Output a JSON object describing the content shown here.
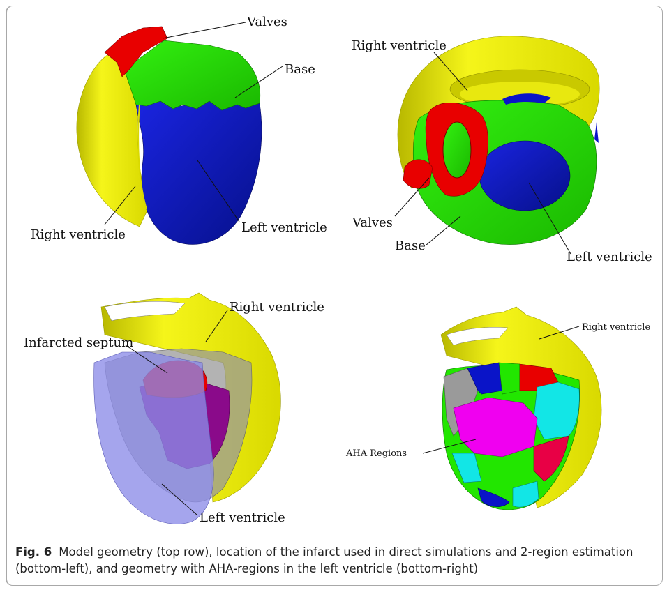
{
  "panels": {
    "top_left": {
      "valves": "Valves",
      "base": "Base",
      "left_ventricle": "Left ventricle",
      "right_ventricle": "Right ventricle"
    },
    "top_right": {
      "right_ventricle": "Right ventricle",
      "valves": "Valves",
      "base": "Base",
      "left_ventricle": "Left ventricle"
    },
    "bottom_left": {
      "right_ventricle": "Right ventricle",
      "infarcted_septum": "Infarcted septum",
      "left_ventricle": "Left ventricle"
    },
    "bottom_right": {
      "right_ventricle": "Right ventricle",
      "aha_regions": "AHA Regions"
    }
  },
  "colors": {
    "yellow": "#f2f200",
    "green": "#22e600",
    "blue": "#0a14c8",
    "red": "#e80000",
    "purple": "#8a0a8a",
    "magenta": "#f000f0",
    "cyan": "#12e6e6",
    "translucent_blue": "#8c8ce8",
    "gray": "#9a9a9a"
  },
  "caption": {
    "number": "Fig. 6",
    "text": "Model geometry (top row), location of the infarct used in direct simulations and 2-region estimation (bottom-left), and geometry with AHA-regions in the left ventricle (bottom-right)"
  }
}
